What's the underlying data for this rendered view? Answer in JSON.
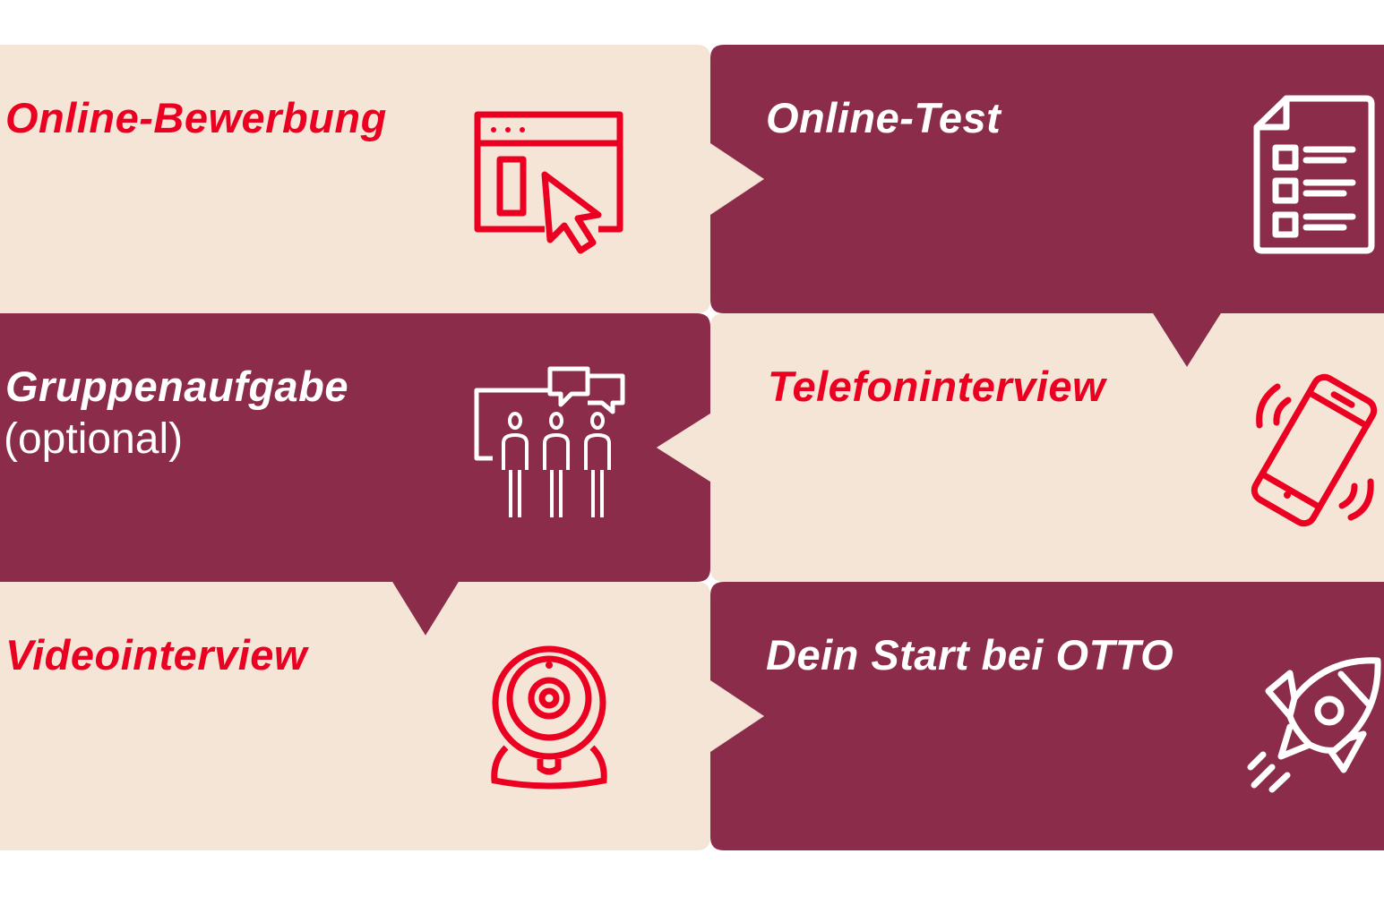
{
  "colors": {
    "beige": "#F5E5D7",
    "maroon": "#8A2C4A",
    "red": "#EC0021",
    "white": "#FFFFFF"
  },
  "steps": [
    {
      "title": "Online-Bewerbung",
      "icon": "browser-cursor-icon",
      "background": "beige"
    },
    {
      "title": "Online-Test",
      "icon": "checklist-document-icon",
      "background": "maroon"
    },
    {
      "title": "Gruppenaufgabe",
      "subtitle": "(optional)",
      "icon": "group-discussion-icon",
      "background": "maroon"
    },
    {
      "title": "Telefoninterview",
      "icon": "ringing-phone-icon",
      "background": "beige"
    },
    {
      "title": "Videointerview",
      "icon": "webcam-icon",
      "background": "beige"
    },
    {
      "title": "Dein Start bei OTTO",
      "icon": "rocket-icon",
      "background": "maroon"
    }
  ]
}
